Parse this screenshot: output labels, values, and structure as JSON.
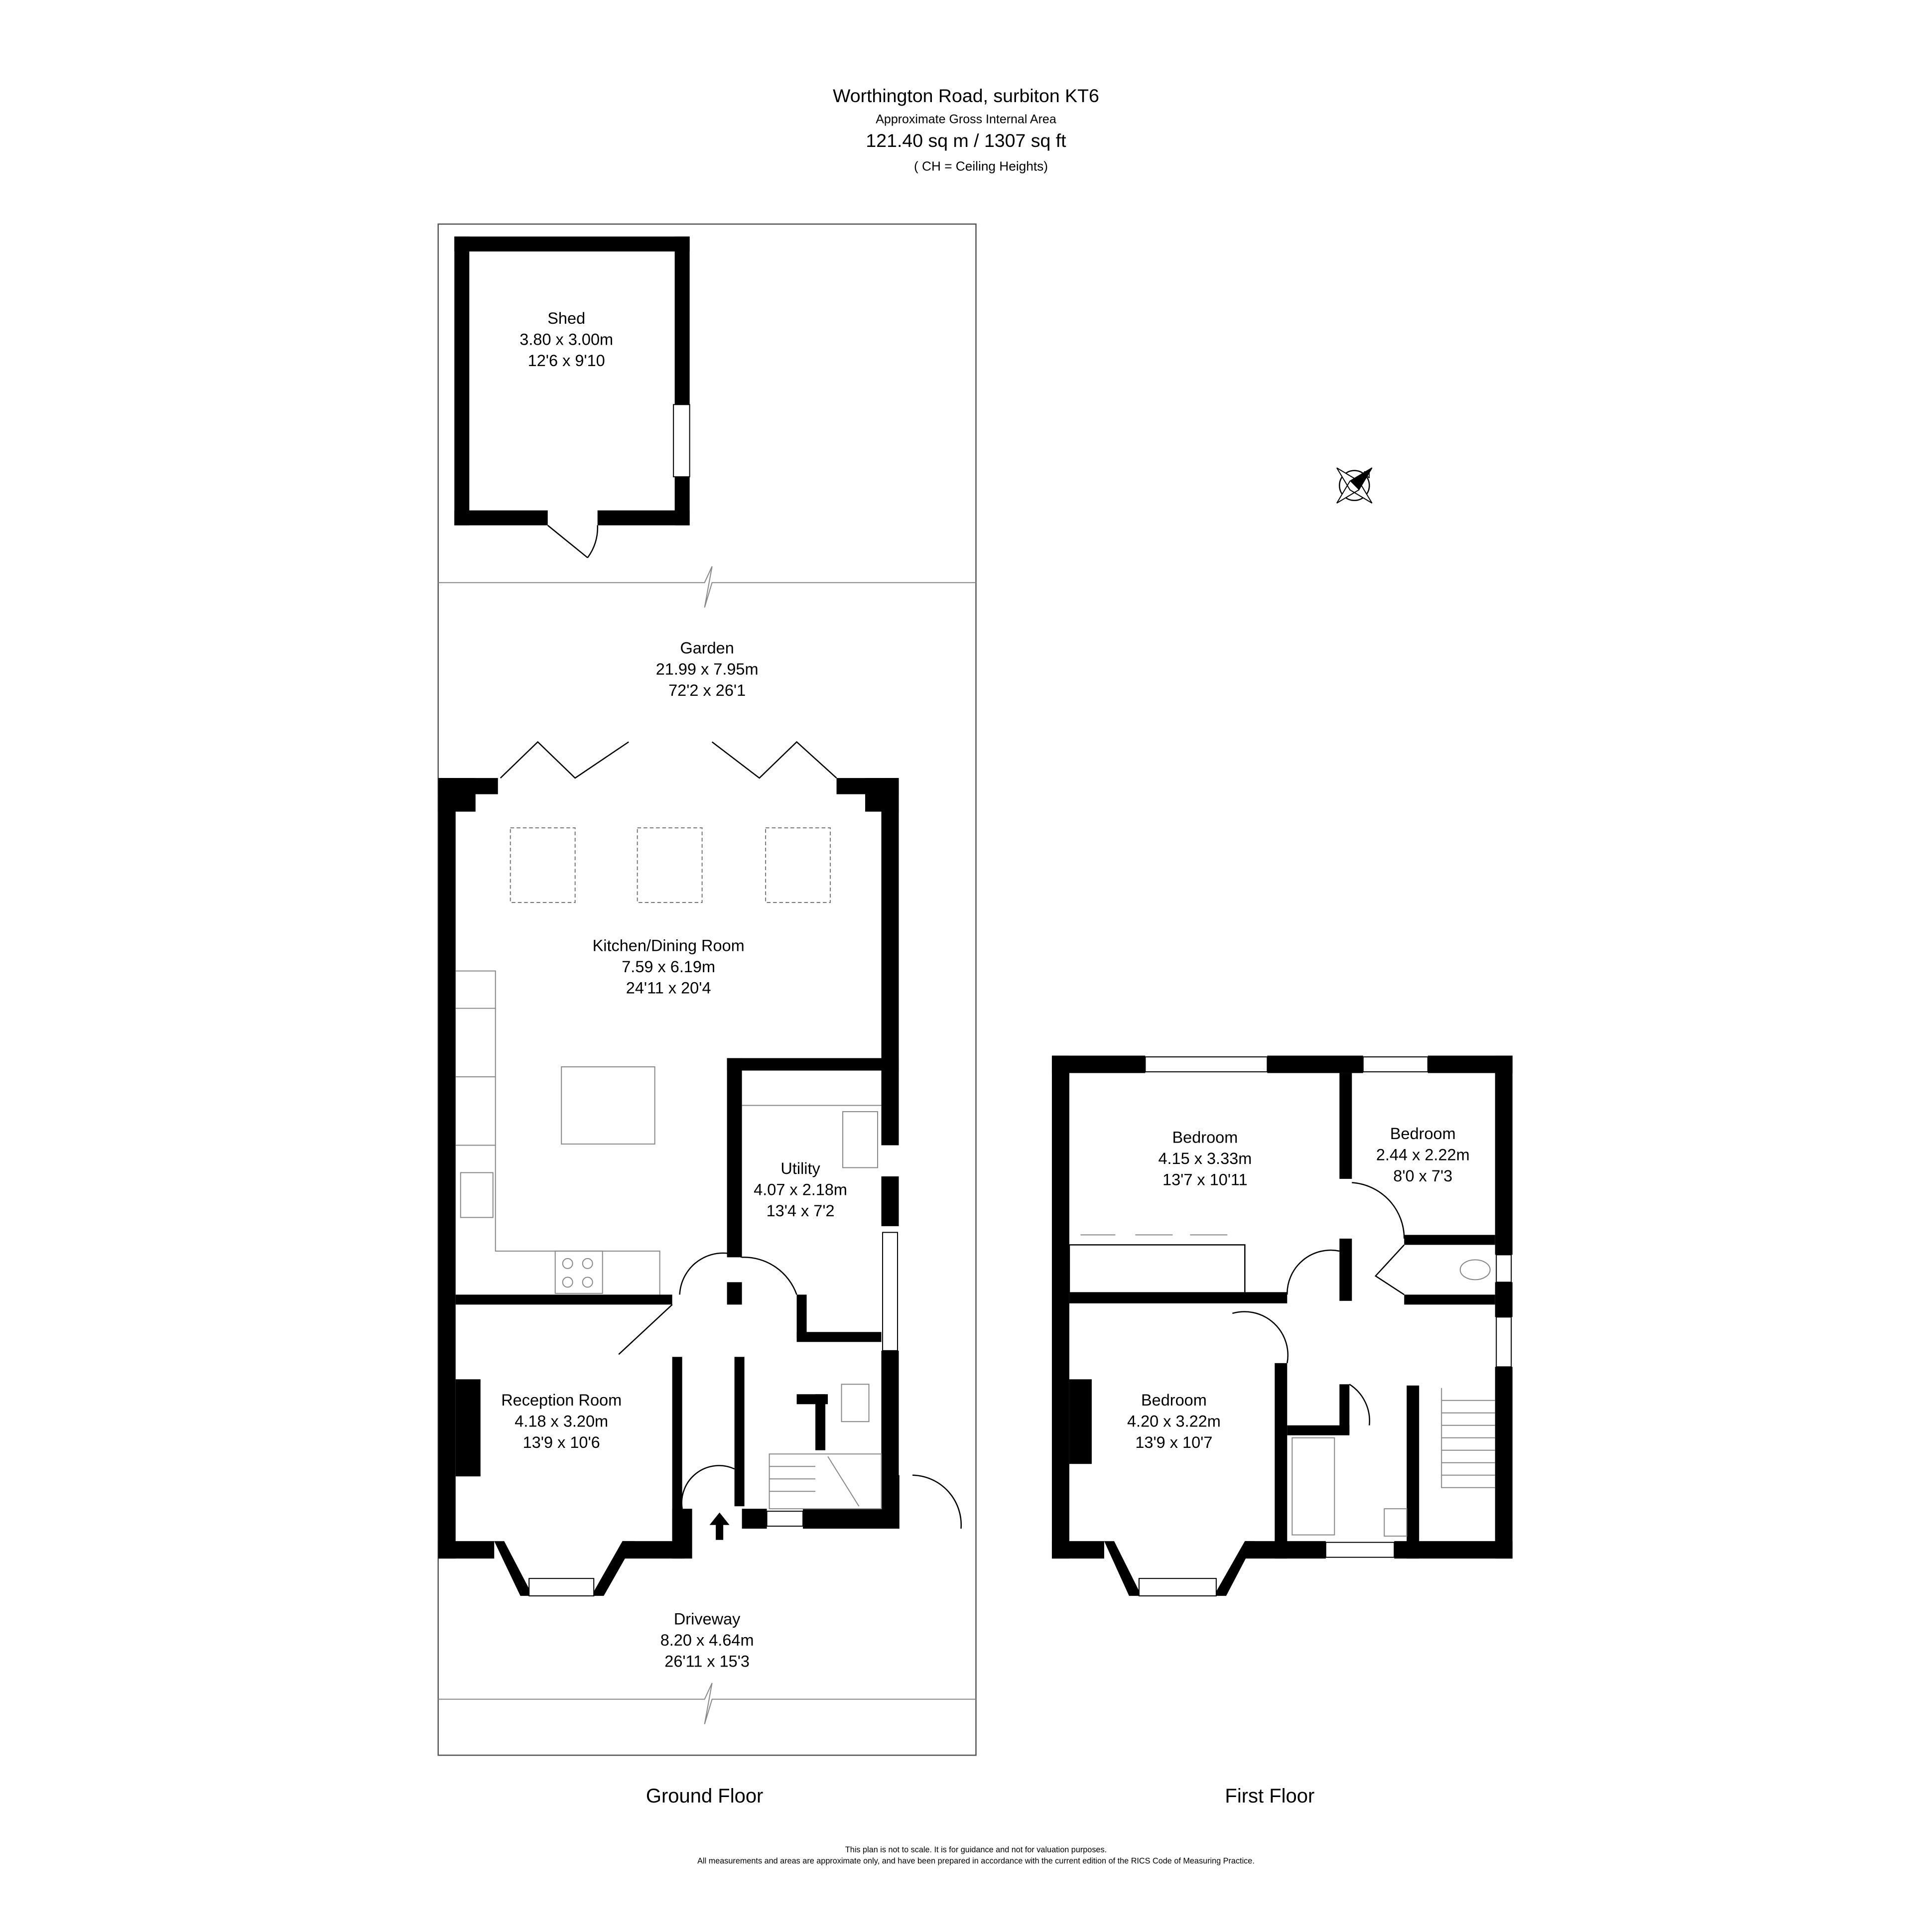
{
  "header": {
    "title": "Worthington Road, surbiton KT6",
    "subtitle": "Approximate Gross Internal Area",
    "area": "121.40 sq m /  1307 sq ft",
    "note": "( CH = Ceiling Heights)"
  },
  "ground_floor": {
    "label": "Ground Floor",
    "rooms": [
      {
        "name": "Shed",
        "metric": "3.80 x 3.00m",
        "imperial": "12'6 x 9'10"
      },
      {
        "name": "Garden",
        "metric": "21.99 x 7.95m",
        "imperial": "72'2 x 26'1"
      },
      {
        "name": "Kitchen/Dining Room",
        "metric": "7.59 x 6.19m",
        "imperial": "24'11 x 20'4"
      },
      {
        "name": "Utility",
        "metric": "4.07 x 2.18m",
        "imperial": "13'4 x 7'2"
      },
      {
        "name": "Reception Room",
        "metric": "4.18 x 3.20m",
        "imperial": "13'9 x 10'6"
      },
      {
        "name": "Driveway",
        "metric": "8.20 x 4.64m",
        "imperial": "26'11 x 15'3"
      }
    ]
  },
  "first_floor": {
    "label": "First Floor",
    "rooms": [
      {
        "name": "Bedroom",
        "metric": "4.15 x 3.33m",
        "imperial": "13'7 x 10'11"
      },
      {
        "name": "Bedroom",
        "metric": "2.44 x 2.22m",
        "imperial": "8'0 x 7'3"
      },
      {
        "name": "Bedroom",
        "metric": "4.20 x 3.22m",
        "imperial": "13'9 x 10'7"
      }
    ]
  },
  "compass": {
    "icon": "compass-north-icon",
    "label": "N"
  },
  "footer": {
    "line1": "This plan is not to scale. It is for guidance and not for valuation purposes.",
    "line2": "All measurements and areas are approximate only, and have been prepared in accordance with the current edition of the RICS Code of Measuring Practice."
  }
}
